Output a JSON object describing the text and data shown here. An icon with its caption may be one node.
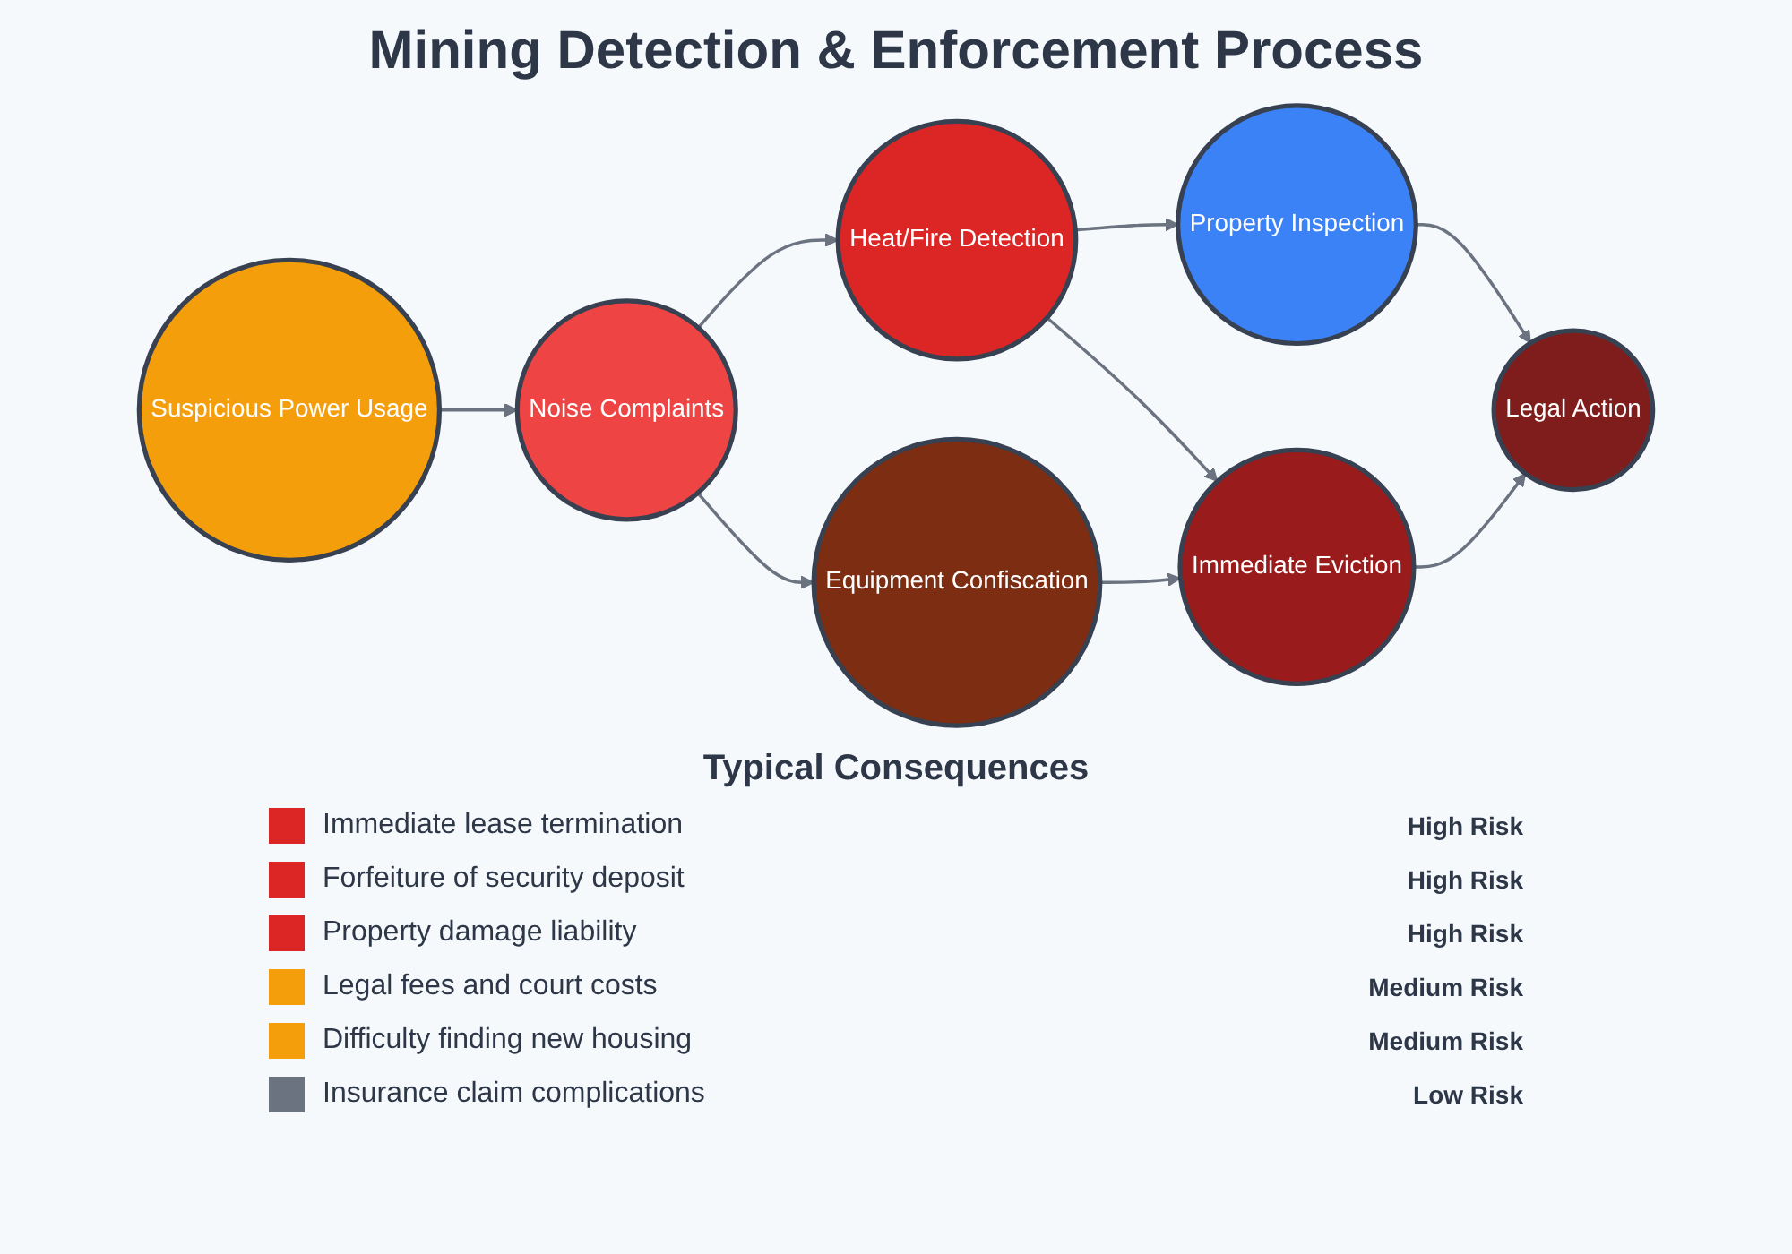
{
  "diagram": {
    "title": "Mining Detection & Enforcement Process",
    "nodes": [
      {
        "text": [
          "Suspicious Power Usage"
        ]
      },
      {
        "text": [
          "Noise Complaints"
        ]
      },
      {
        "text": [
          "Heat/Fire Detection"
        ]
      },
      {
        "text": [
          "Property Inspection"
        ]
      },
      {
        "text": [
          "Equipment Confiscation"
        ]
      },
      {
        "text": [
          "Immediate Eviction"
        ]
      },
      {
        "text": [
          "Legal Action"
        ]
      }
    ],
    "edges": [
      {
        "from": 0,
        "to": 1,
        "arrow": "to"
      },
      {
        "from": 1,
        "to": 2,
        "arrow": "to"
      },
      {
        "from": 2,
        "to": 3,
        "arrow": "to"
      },
      {
        "from": 1,
        "to": 4,
        "arrow": "to"
      },
      {
        "from": 2,
        "to": 5,
        "arrow": "to"
      },
      {
        "from": 3,
        "to": 6,
        "arrow": "to"
      },
      {
        "from": 4,
        "to": 5,
        "arrow": "to"
      },
      {
        "from": 5,
        "to": 6,
        "arrow": "to"
      }
    ],
    "labels": [
      "Typical Consequences",
      "High Risk",
      "High Risk",
      "High Risk",
      "Medium Risk",
      "Medium Risk",
      "Low Risk"
    ],
    "legend": [
      {
        "text": "Immediate lease termination",
        "color": "#dc2626"
      },
      {
        "text": "Forfeiture of security deposit",
        "color": "#dc2626"
      },
      {
        "text": "Property damage liability",
        "color": "#dc2626"
      },
      {
        "text": "Legal fees and court costs",
        "color": "#f59e0b"
      },
      {
        "text": "Difficulty finding new housing",
        "color": "#f59e0b"
      },
      {
        "text": "Insurance claim complications",
        "color": "#6b7280"
      }
    ]
  }
}
